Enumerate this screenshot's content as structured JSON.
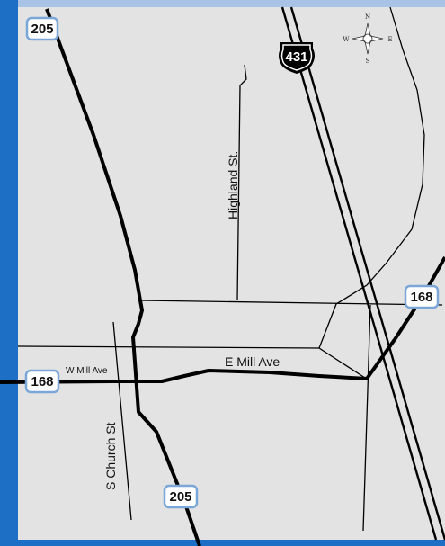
{
  "map": {
    "colors": {
      "land": "#e3e3e3",
      "frame_blue": "#1c6fc4",
      "top_band": "#a9c3e6",
      "road": "#000000",
      "shield_fill": "#ffffff",
      "shield_border": "#7aa6d8"
    },
    "streets": {
      "highland": "Highland St.",
      "s_church": "S Church St",
      "w_mill": "W Mill Ave",
      "e_mill": "E Mill Ave"
    },
    "shields": {
      "sr205_top": "205",
      "sr205_bottom": "205",
      "sr168_left": "168",
      "sr168_right": "168",
      "us431": "431"
    },
    "compass": {
      "n": "N",
      "s": "S",
      "e": "E",
      "w": "W"
    }
  }
}
